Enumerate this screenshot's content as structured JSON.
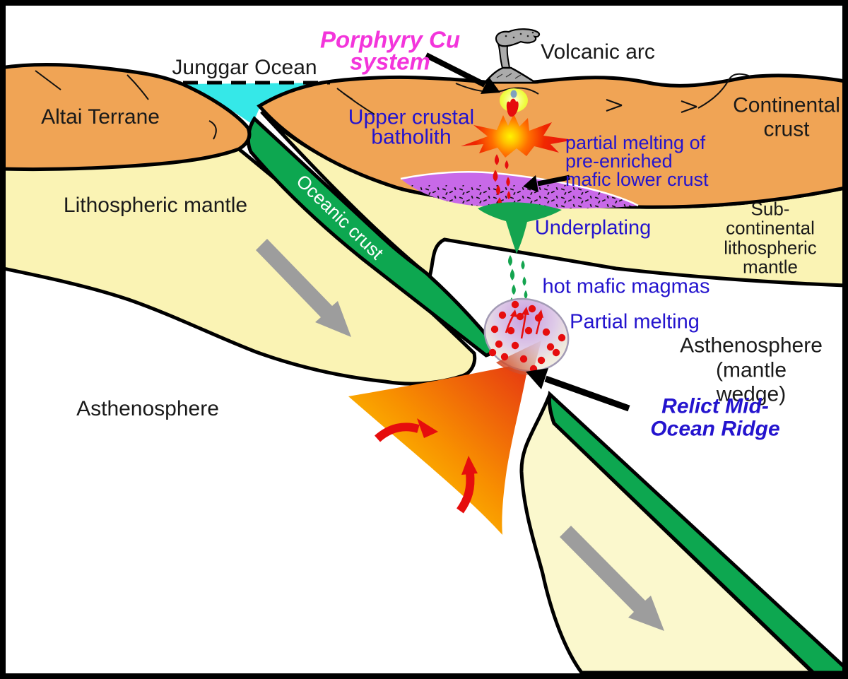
{
  "labels": {
    "junggar_ocean": "Junggar Ocean",
    "porphyry_cu_system": "Porphyry Cu\nsystem",
    "volcanic_arc": "Volcanic arc",
    "altai_terrane": "Altai Terrane",
    "continental_crust": "Continental\ncrust",
    "upper_crustal_batholith": "Upper crustal\nbatholith",
    "partial_melting_lower_crust": "partial melting of\npre-enriched\nmafic lower crust",
    "sub_continental_mantle": "Sub-continental\nlithospheric\nmantle",
    "underplating": "Underplating",
    "hot_mafic_magmas": "hot mafic magmas",
    "partial_melting": "Partial melting",
    "asthenosphere_wedge": "Asthenosphere\n(mantle wedge)",
    "relict_ridge": "Relict Mid-Ocean Ridge",
    "lithospheric_mantle": "Lithospheric mantle",
    "asthenosphere": "Asthenosphere",
    "oceanic_crust": "Oceanic crust"
  },
  "colors": {
    "continental_crust": "#F0A455",
    "lithospheric_mantle": "#FAF3B4",
    "relict_slab_mantle": "#FBF8CD",
    "oceanic_crust": "#0DA750",
    "ocean": "#35E8E8",
    "mafic_lower_crust": "#C869E8",
    "underplating_magma": "#14A44F",
    "melt_red": "#E60D0D",
    "volcano_gray": "#ABABAB",
    "arrow_gray": "#9D9D9D",
    "asthenosphere_white": "#FFFFFF",
    "text_blue": "#2414CE",
    "text_magenta": "#F335DB",
    "text_black": "#1A1A1A",
    "text_white": "#FFFFFF",
    "outline_black": "#000000"
  }
}
